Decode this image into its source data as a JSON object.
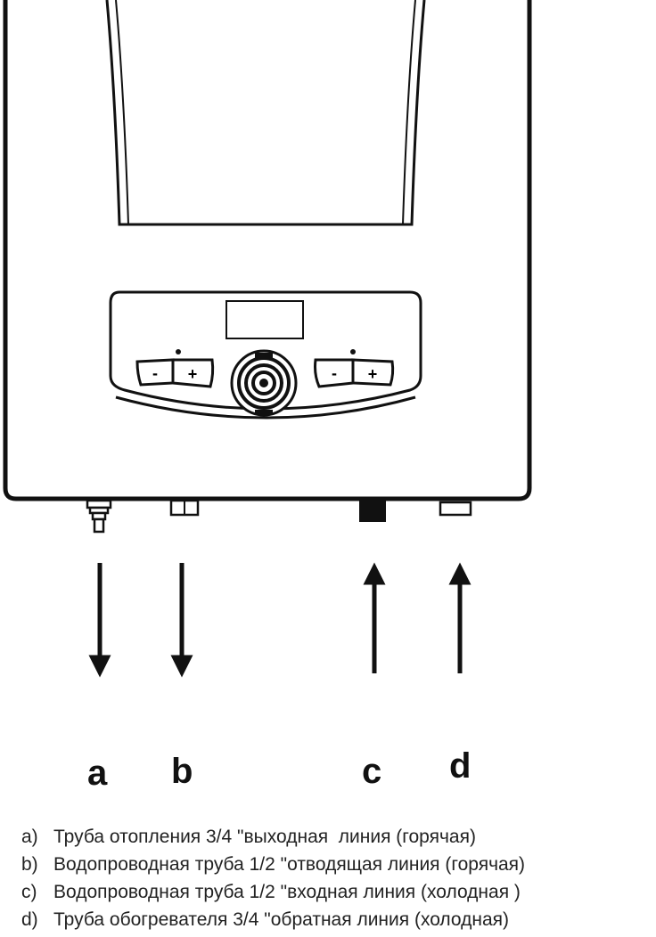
{
  "panel": {
    "left_control_minus": "-",
    "left_control_plus": "+",
    "right_control_minus": "-",
    "right_control_plus": "+"
  },
  "pipes": [
    {
      "letter": "a",
      "direction": "out"
    },
    {
      "letter": "b",
      "direction": "out"
    },
    {
      "letter": "c",
      "direction": "in"
    },
    {
      "letter": "d",
      "direction": "in"
    }
  ],
  "legend": [
    {
      "key": "a)",
      "text": "Труба отопления 3/4 \"выходная  линия (горячая)"
    },
    {
      "key": "b)",
      "text": "Водопроводная труба 1/2 \"отводящая линия (горячая)"
    },
    {
      "key": "c)",
      "text": "Водопроводная труба 1/2 \"входная линия (холодная )"
    },
    {
      "key": "d)",
      "text": "Труба обогревателя 3/4 \"обратная линия (холодная)"
    }
  ]
}
